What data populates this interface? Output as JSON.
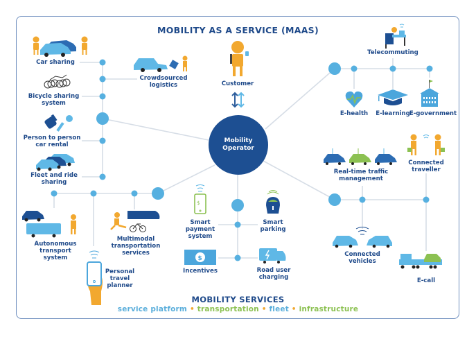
{
  "title": "MOBILITY AS A SERVICE (MAAS)",
  "center": {
    "label_line1": "Mobility",
    "label_line2": "Operator",
    "customer_label": "Customer",
    "exchange_icon": "bidirectional-arrows-icon"
  },
  "left_services": [
    {
      "id": "car-sharing",
      "line1": "Car sharing",
      "line2": "",
      "icon": "car-sharing-icon"
    },
    {
      "id": "crowdsourced-logistics",
      "line1": "Crowdsourced",
      "line2": "logistics",
      "icon": "delivery-car-icon"
    },
    {
      "id": "bicycle-sharing",
      "line1": "Bicycle sharing",
      "line2": "system",
      "icon": "bicycles-icon"
    },
    {
      "id": "p2p-car-rental",
      "line1": "Person to person",
      "line2": "car rental",
      "icon": "car-keys-icon"
    },
    {
      "id": "fleet-ride-sharing",
      "line1": "Fleet and ride",
      "line2": "sharing",
      "icon": "car-fleet-icon"
    }
  ],
  "bottom_left_services": [
    {
      "id": "autonomous-transport",
      "line1": "Autonomous",
      "line2": "transport",
      "line3": "system",
      "icon": "autonomous-vehicle-icon"
    },
    {
      "id": "personal-travel-planner",
      "line1": "Personal",
      "line2": "travel",
      "line3": "planner",
      "icon": "phone-in-hand-icon"
    },
    {
      "id": "multimodal-transport",
      "line1": "Multimodal",
      "line2": "transportation",
      "line3": "services",
      "icon": "train-bike-icon"
    }
  ],
  "center_services": [
    {
      "id": "smart-payment",
      "line1": "Smart",
      "line2": "payment",
      "line3": "system",
      "icon": "smart-payment-phone-icon"
    },
    {
      "id": "smart-parking",
      "line1": "Smart",
      "line2": "parking",
      "line3": "",
      "icon": "parking-meter-icon"
    },
    {
      "id": "incentives",
      "line1": "Incentives",
      "line2": "",
      "line3": "",
      "icon": "dollar-bill-icon"
    },
    {
      "id": "road-user-charging",
      "line1": "Road user",
      "line2": "charging",
      "line3": "",
      "icon": "charging-truck-icon"
    }
  ],
  "top_right_services": [
    {
      "id": "telecommuting",
      "line1": "Telecommuting",
      "icon": "remote-worker-icon"
    },
    {
      "id": "e-health",
      "line1": "E-health",
      "icon": "heart-pulse-icon"
    },
    {
      "id": "e-learning",
      "line1": "E-learning",
      "icon": "graduation-cap-icon"
    },
    {
      "id": "e-government",
      "line1": "E-government",
      "icon": "government-building-icon"
    }
  ],
  "bottom_right_services": [
    {
      "id": "real-time-traffic",
      "line1": "Real-time traffic",
      "line2": "management",
      "icon": "connected-cars-icon"
    },
    {
      "id": "connected-traveller",
      "line1": "Connected",
      "line2": "traveller",
      "icon": "travellers-icon"
    },
    {
      "id": "connected-vehicles",
      "line1": "Connected",
      "line2": "vehicles",
      "icon": "v2v-cars-icon"
    },
    {
      "id": "e-call",
      "line1": "E-call",
      "line2": "",
      "icon": "tow-truck-icon"
    }
  ],
  "footer": {
    "title": "MOBILITY SERVICES",
    "categories": [
      {
        "label": "service platform",
        "color": "#5aaedb"
      },
      {
        "label": "transportation",
        "color": "#8cc152"
      },
      {
        "label": "fleet",
        "color": "#5aaedb"
      },
      {
        "label": "infrastructure",
        "color": "#8cc152"
      }
    ],
    "separator": "•",
    "separator_color": "#f0a830"
  },
  "colors": {
    "navy": "#1d4f92",
    "blue": "#4ba6dc",
    "light_blue": "#5fb8e6",
    "green": "#8cc152",
    "orange": "#f2a82f",
    "line": "#d6dde6",
    "node": "#56b0e0"
  }
}
